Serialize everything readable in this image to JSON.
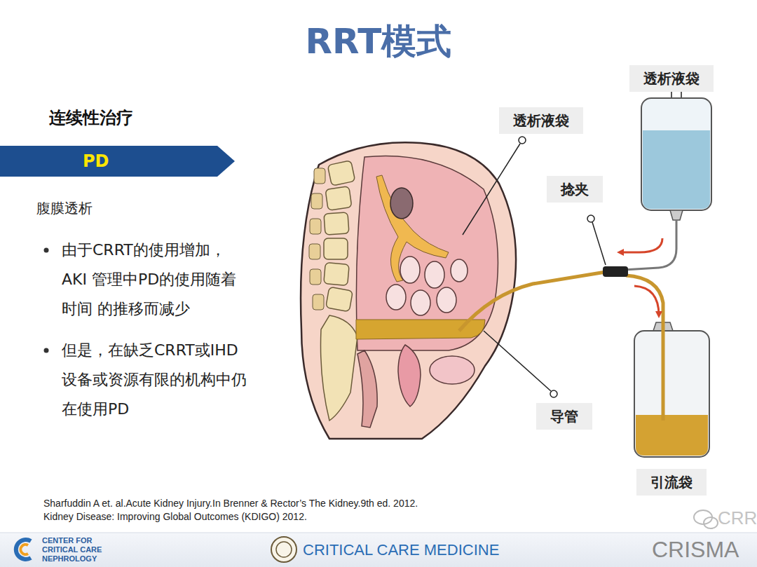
{
  "diagram": {
    "title": "RRT模式",
    "nodes": [
      {
        "text": [
          "PD"
        ]
      },
      {
        "text": [
          "透析液袋"
        ]
      },
      {
        "text": [
          "透析液袋"
        ]
      },
      {
        "text": [
          "捻夹"
        ]
      },
      {
        "text": [
          "导管"
        ]
      },
      {
        "text": [
          "引流袋"
        ]
      }
    ],
    "labels": [
      "连续性治疗",
      "腹膜透析",
      "由于CRRT的使用增加，AKI 管理中PD的使用随着时间 的推移而减少",
      "但是，在缺乏CRRT或IHD 设备或资源有限的机构中仍 在使用PD",
      "Sharfuddin A et. al.Acute Kidney Injury.In Brenner & Rector’s The Kidney.9th ed. 2012.",
      "Kidney Disease: Improving Global Outcomes (KDIGO) 2012.",
      "CENTER FOR CRITICAL CARE NEPHROLOGY",
      "CRITICAL CARE MEDICINE",
      "CRISMA",
      "CRR"
    ]
  }
}
